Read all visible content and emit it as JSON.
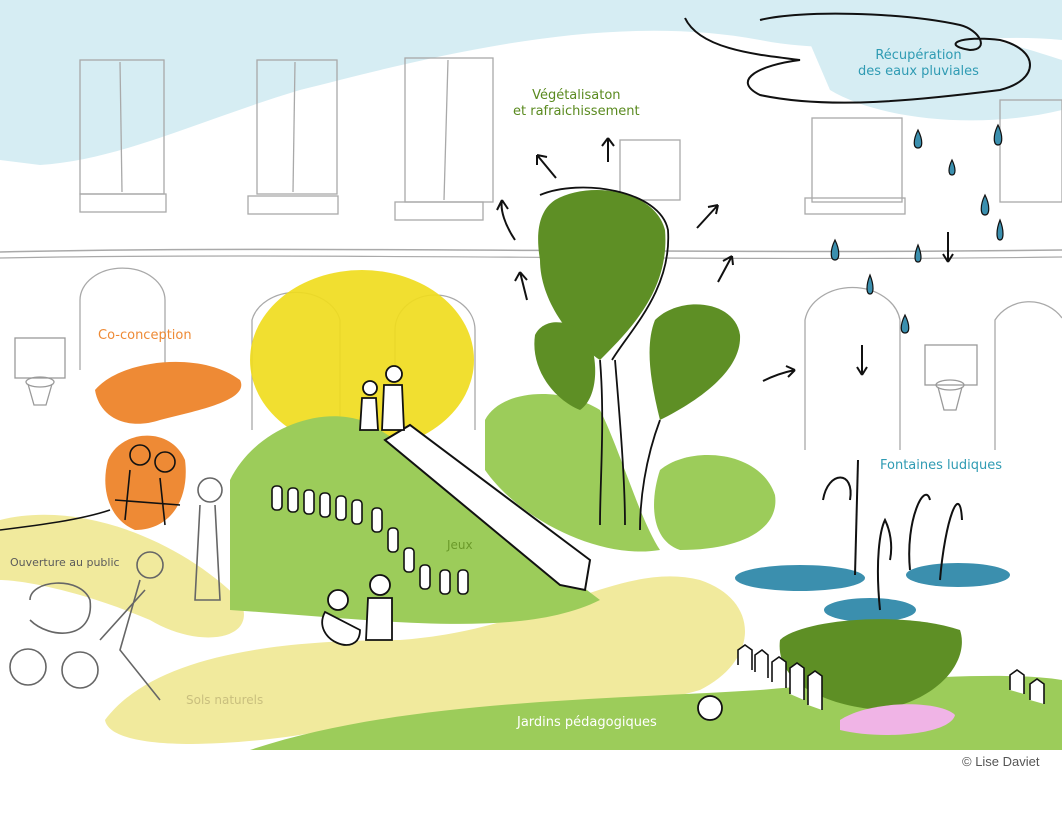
{
  "illustration": {
    "labels": {
      "rainwater": [
        "Récupération",
        "des eaux pluviales"
      ],
      "greening": [
        "Végétalisaton",
        "et rafraichissement"
      ],
      "co_design": "Co-conception",
      "public_opening": "Ouverture au public",
      "fountains": "Fontaines ludiques",
      "play": "Jeux",
      "natural_soils": "Sols naturels",
      "teaching_gardens": "Jardins pédagogiques"
    },
    "credit": "© Lise Daviet",
    "colors": {
      "sky_blue": "#d6edf3",
      "label_blue": "#2f9bb3",
      "water_blue": "#3b8fae",
      "tree_green_dark": "#5e8f25",
      "grass_green_light": "#9ccc5a",
      "label_green": "#5a8a1f",
      "sun_yellow": "#f0dc1e",
      "sand_yellow": "#f1ea9d",
      "orange": "#ee8a35",
      "pink": "#f0b4e6",
      "building_gray": "#a9a9a9"
    }
  }
}
